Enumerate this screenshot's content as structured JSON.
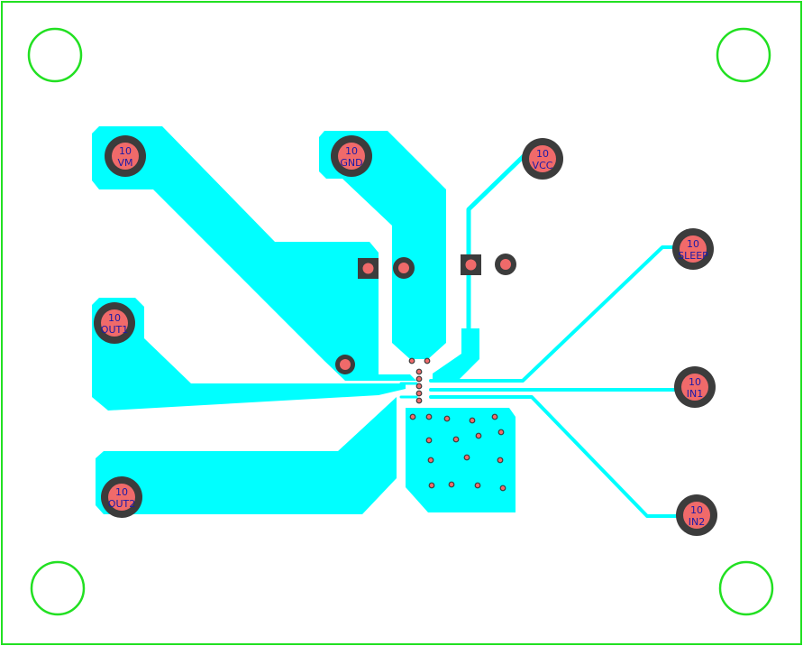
{
  "colors": {
    "background": "#ffffff",
    "outline": "#22e022",
    "copper": "#00ffff",
    "pad_ring": "#3c3c3c",
    "pad_center": "#f06a6a",
    "label": "#1a1aa8"
  },
  "connectors": [
    {
      "id": "vm",
      "number": "10",
      "net": "VM"
    },
    {
      "id": "gnd",
      "number": "10",
      "net": "GND"
    },
    {
      "id": "vcc",
      "number": "10",
      "net": "VCC"
    },
    {
      "id": "sleep",
      "number": "10",
      "net": "SLEEP"
    },
    {
      "id": "in1",
      "number": "10",
      "net": "IN1"
    },
    {
      "id": "in2",
      "number": "10",
      "net": "IN2"
    },
    {
      "id": "out1",
      "number": "10",
      "net": "OUT1"
    },
    {
      "id": "out2",
      "number": "10",
      "net": "OUT2"
    }
  ]
}
